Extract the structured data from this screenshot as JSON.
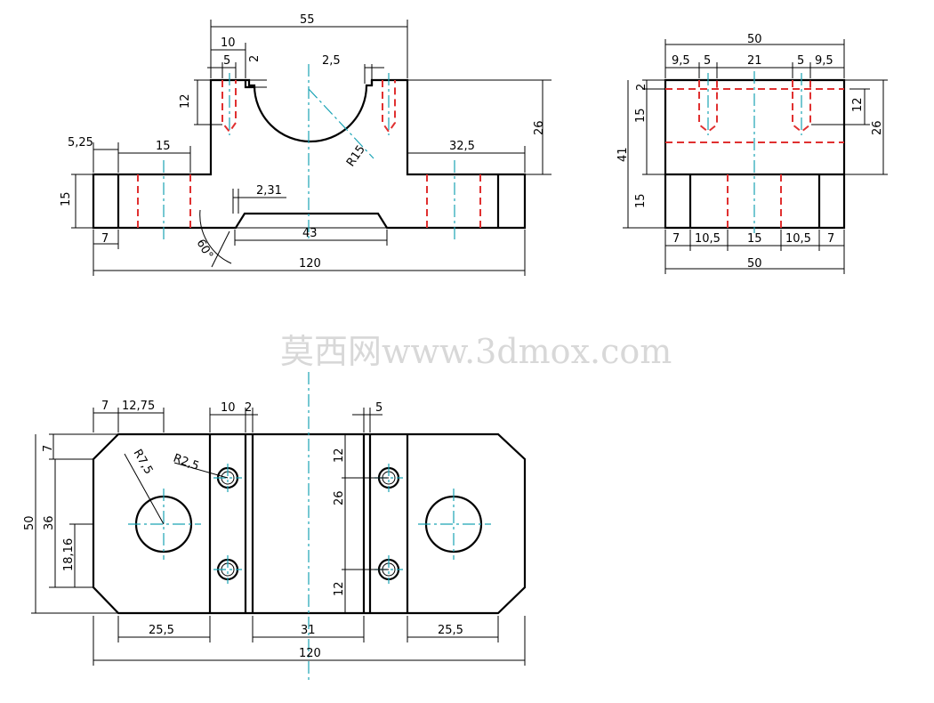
{
  "watermark": "莫西网www.3dmox.com",
  "front_view": {
    "dims": {
      "d55": "55",
      "d10": "10",
      "d5": "5",
      "d2": "2",
      "d2_5": "2,5",
      "d12": "12",
      "d26": "26",
      "d5_25": "5,25",
      "d15_top": "15",
      "d32_5": "32,5",
      "d15_left": "15",
      "d2_31": "2,31",
      "d60": "60°",
      "d43": "43",
      "d7": "7",
      "d120": "120",
      "r15": "R15"
    }
  },
  "side_view": {
    "dims": {
      "d50_top": "50",
      "d9_5a": "9,5",
      "d5a": "5",
      "d21": "21",
      "d5b": "5",
      "d9_5b": "9,5",
      "d2": "2",
      "d15": "15",
      "d41": "41",
      "d15b": "15",
      "d12": "12",
      "d26": "26",
      "d7a": "7",
      "d10_5a": "10,5",
      "d15c": "15",
      "d10_5b": "10,5",
      "d7b": "7",
      "d50_bot": "50"
    }
  },
  "top_view": {
    "dims": {
      "d7": "7",
      "d12_75": "12,75",
      "d10": "10",
      "d2": "2",
      "d5": "5",
      "d7v": "7",
      "r7_5": "R7,5",
      "r2_5": "R2,5",
      "d50": "50",
      "d36": "36",
      "d18_16": "18,16",
      "d12a": "12",
      "d26": "26",
      "d12b": "12",
      "d25_5a": "25,5",
      "d31": "31",
      "d25_5b": "25,5",
      "d120": "120"
    }
  },
  "colors": {
    "object": "#000000",
    "hidden": "#e03030",
    "center": "#1aa3b5",
    "watermark": "#d8d8d8"
  }
}
